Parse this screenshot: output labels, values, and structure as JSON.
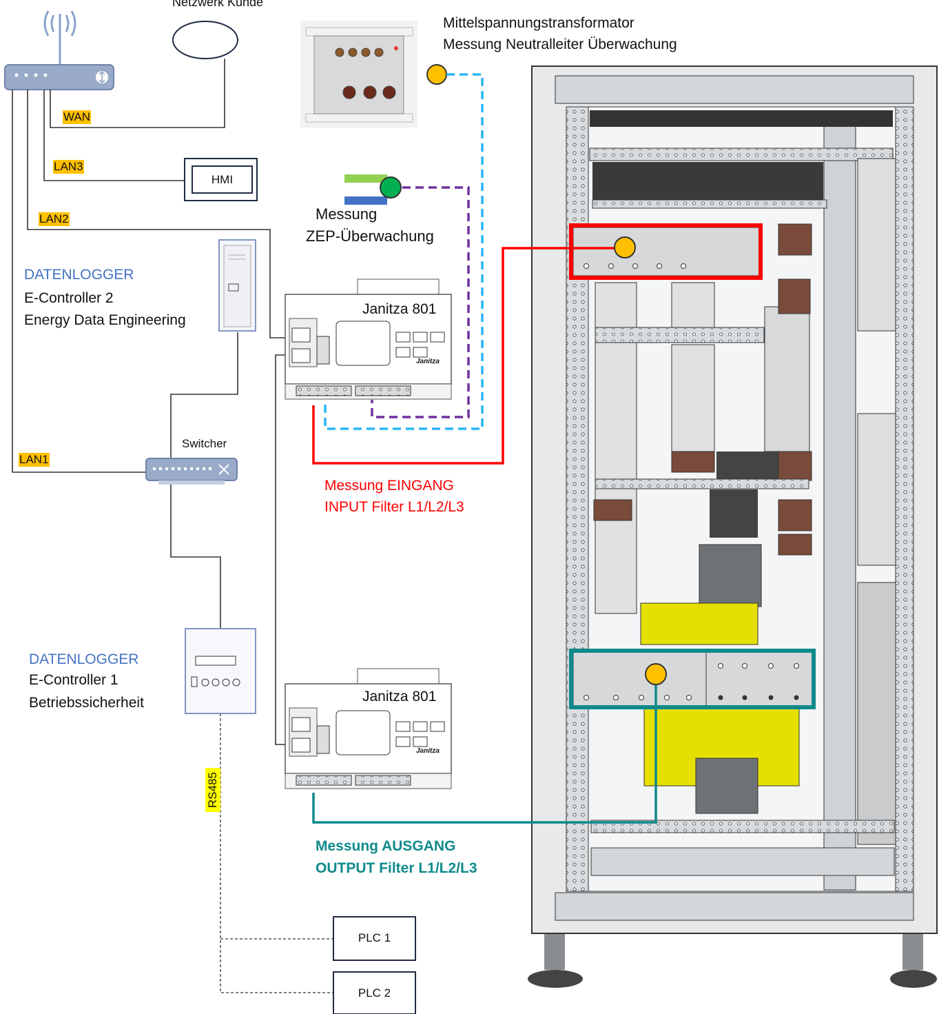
{
  "network": {
    "customer_network": "Netzwerk Kunde"
  },
  "ports": {
    "wan": "WAN",
    "lan3": "LAN3",
    "lan2": "LAN2",
    "lan1": "LAN1"
  },
  "hmi": {
    "label": "HMI"
  },
  "transformer": {
    "title": "Mittelspannungstransformator",
    "subtitle": "Messung Neutralleiter Überwachung"
  },
  "zep": {
    "line1": "Messung",
    "line2": "ZEP-Überwachung"
  },
  "datalogger2": {
    "title": "DATENLOGGER",
    "line1": "E-Controller 2",
    "line2": "Energy Data Engineering"
  },
  "datalogger1": {
    "title": "DATENLOGGER",
    "line1": "E-Controller 1",
    "line2": "Betriebssicherheit"
  },
  "janitza_top": {
    "label": "Janitza 801",
    "brand": "Janitza"
  },
  "janitza_bottom": {
    "label": "Janitza 801",
    "brand": "Janitza"
  },
  "switcher": {
    "label": "Switcher"
  },
  "input_measure": {
    "line1": "Messung EINGANG",
    "line2": "INPUT Filter  L1/L2/L3"
  },
  "output_measure": {
    "line1": "Messung AUSGANG",
    "line2": "OUTPUT Filter L1/L2/L3"
  },
  "bus": {
    "label": "RS485"
  },
  "plc": {
    "plc1": "PLC 1",
    "plc2": "PLC 2"
  },
  "colors": {
    "input_line": "#ff0000",
    "output_line": "#0f8a8a",
    "transformer_line": "#29b6f6",
    "zep_line": "#7030a0",
    "measurement_point": "#ffc000",
    "zep_point": "#00b050",
    "port_tag": "#ffc000"
  }
}
